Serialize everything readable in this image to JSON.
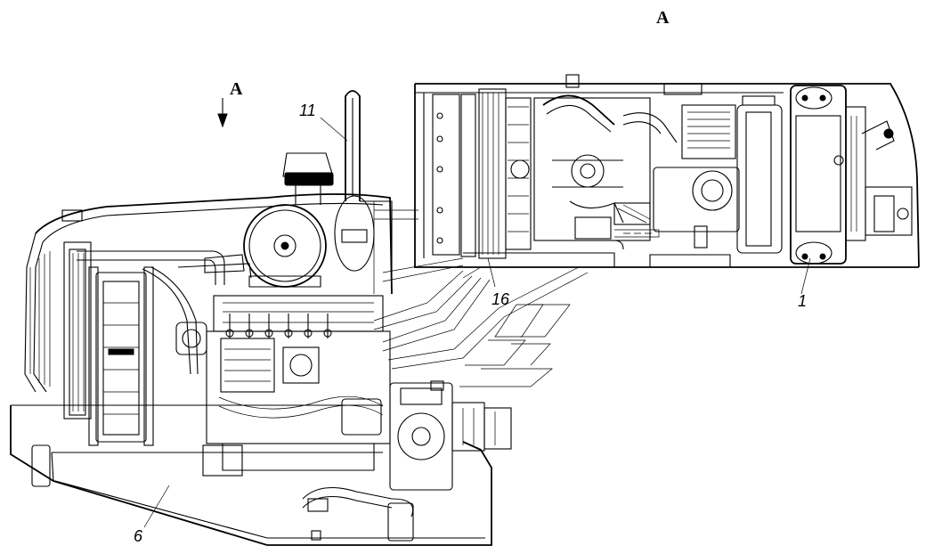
{
  "view_labels": {
    "top_view": "A",
    "side_arrow": "A"
  },
  "callouts": {
    "c1": "1",
    "c6": "6",
    "c11": "11",
    "c16": "16"
  }
}
